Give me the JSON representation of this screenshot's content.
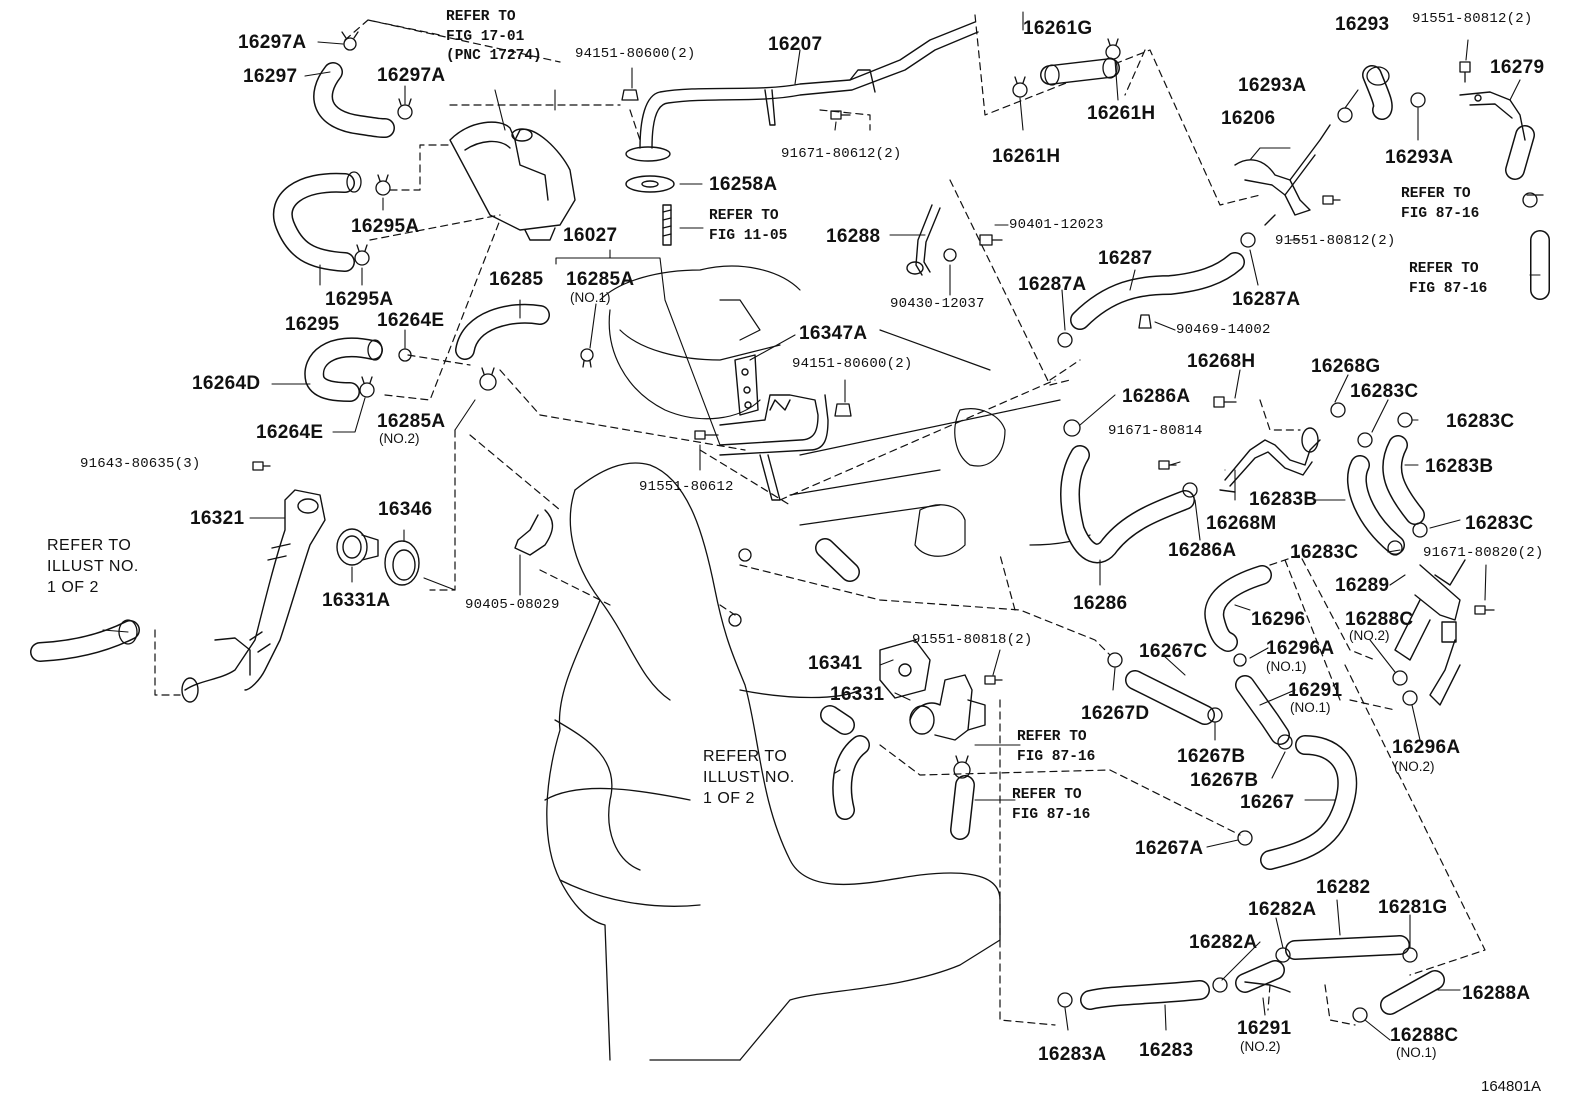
{
  "diagram": {
    "figure_id": "164801A",
    "callouts": [
      {
        "id": "c01",
        "text": "16297A"
      },
      {
        "id": "c02",
        "text": "16297"
      },
      {
        "id": "c03",
        "text": "16297A"
      },
      {
        "id": "c04",
        "text": "16295A"
      },
      {
        "id": "c05",
        "text": "16295A"
      },
      {
        "id": "c06",
        "text": "16295"
      },
      {
        "id": "c07",
        "text": "16264E"
      },
      {
        "id": "c08",
        "text": "16264D"
      },
      {
        "id": "c09",
        "text": "16264E"
      },
      {
        "id": "c10",
        "text": "16285"
      },
      {
        "id": "c11",
        "text": "16285A"
      },
      {
        "id": "c12",
        "text": "16285A"
      },
      {
        "id": "c13",
        "text": "16027"
      },
      {
        "id": "c14",
        "text": "16207"
      },
      {
        "id": "c15",
        "text": "16258A"
      },
      {
        "id": "c16",
        "text": "16347A"
      },
      {
        "id": "c17",
        "text": "16261G"
      },
      {
        "id": "c18",
        "text": "16261H"
      },
      {
        "id": "c19",
        "text": "16261H"
      },
      {
        "id": "c20",
        "text": "16293"
      },
      {
        "id": "c21",
        "text": "16293A"
      },
      {
        "id": "c22",
        "text": "16293A"
      },
      {
        "id": "c23",
        "text": "16206"
      },
      {
        "id": "c24",
        "text": "16279"
      },
      {
        "id": "c25",
        "text": "16288"
      },
      {
        "id": "c26",
        "text": "16287"
      },
      {
        "id": "c27",
        "text": "16287A"
      },
      {
        "id": "c28",
        "text": "16287A"
      },
      {
        "id": "c29",
        "text": "16286A"
      },
      {
        "id": "c30",
        "text": "16286A"
      },
      {
        "id": "c31",
        "text": "16286"
      },
      {
        "id": "c32",
        "text": "16268H"
      },
      {
        "id": "c33",
        "text": "16268G"
      },
      {
        "id": "c34",
        "text": "16268M"
      },
      {
        "id": "c35",
        "text": "16283C"
      },
      {
        "id": "c36",
        "text": "16283C"
      },
      {
        "id": "c37",
        "text": "16283B"
      },
      {
        "id": "c38",
        "text": "16283B"
      },
      {
        "id": "c39",
        "text": "16283C"
      },
      {
        "id": "c40",
        "text": "16283C"
      },
      {
        "id": "c41",
        "text": "16289"
      },
      {
        "id": "c42",
        "text": "16288C"
      },
      {
        "id": "c43",
        "text": "16296"
      },
      {
        "id": "c44",
        "text": "16296A"
      },
      {
        "id": "c45",
        "text": "16296A"
      },
      {
        "id": "c46",
        "text": "16291"
      },
      {
        "id": "c47",
        "text": "16267C"
      },
      {
        "id": "c48",
        "text": "16267D"
      },
      {
        "id": "c49",
        "text": "16267B"
      },
      {
        "id": "c50",
        "text": "16267B"
      },
      {
        "id": "c51",
        "text": "16267"
      },
      {
        "id": "c52",
        "text": "16267A"
      },
      {
        "id": "c53",
        "text": "16321"
      },
      {
        "id": "c54",
        "text": "16346"
      },
      {
        "id": "c55",
        "text": "16331A"
      },
      {
        "id": "c56",
        "text": "16341"
      },
      {
        "id": "c57",
        "text": "16331"
      },
      {
        "id": "c58",
        "text": "16282"
      },
      {
        "id": "c59",
        "text": "16282A"
      },
      {
        "id": "c60",
        "text": "16282A"
      },
      {
        "id": "c61",
        "text": "16281G"
      },
      {
        "id": "c62",
        "text": "16288A"
      },
      {
        "id": "c63",
        "text": "16283A"
      },
      {
        "id": "c64",
        "text": "16283"
      },
      {
        "id": "c65",
        "text": "16291"
      },
      {
        "id": "c66",
        "text": "16288C"
      }
    ],
    "bolt_callouts": [
      {
        "id": "b01",
        "text": "94151-80600(2)"
      },
      {
        "id": "b02",
        "text": "91671-80612(2)"
      },
      {
        "id": "b03",
        "text": "94151-80600(2)"
      },
      {
        "id": "b04",
        "text": "91551-80612"
      },
      {
        "id": "b05",
        "text": "90401-12023"
      },
      {
        "id": "b06",
        "text": "90430-12037"
      },
      {
        "id": "b07",
        "text": "90469-14002"
      },
      {
        "id": "b08",
        "text": "91551-80812(2)"
      },
      {
        "id": "b09",
        "text": "91551-80812(2)"
      },
      {
        "id": "b10",
        "text": "91671-80814"
      },
      {
        "id": "b11",
        "text": "91671-80820(2)"
      },
      {
        "id": "b12",
        "text": "91643-80635(3)"
      },
      {
        "id": "b13",
        "text": "90405-08029"
      },
      {
        "id": "b14",
        "text": "91551-80818(2)"
      }
    ],
    "notes": [
      {
        "id": "n01",
        "text": "(NO.1)"
      },
      {
        "id": "n02",
        "text": "(NO.2)"
      },
      {
        "id": "n03",
        "text": "(NO.2)"
      },
      {
        "id": "n04",
        "text": "(NO.1)"
      },
      {
        "id": "n05",
        "text": "(NO.1)"
      },
      {
        "id": "n06",
        "text": "(NO.2)"
      },
      {
        "id": "n07",
        "text": "(NO.2)"
      },
      {
        "id": "n08",
        "text": "(NO.1)"
      }
    ],
    "references": [
      {
        "id": "r01",
        "text": "REFER TO\nFIG 17-01\n(PNC 17274)"
      },
      {
        "id": "r02",
        "text": "REFER TO\nFIG 11-05"
      },
      {
        "id": "r03",
        "text": "REFER TO\nFIG 87-16"
      },
      {
        "id": "r04",
        "text": "REFER TO\nFIG 87-16"
      },
      {
        "id": "r05",
        "text": "REFER TO\nFIG 87-16"
      },
      {
        "id": "r06",
        "text": "REFER TO\nFIG 87-16"
      },
      {
        "id": "r07",
        "text": "REFER TO\nILLUST NO.\n1 OF 2"
      },
      {
        "id": "r08",
        "text": "REFER TO\nILLUST NO.\n1 OF 2"
      }
    ]
  }
}
